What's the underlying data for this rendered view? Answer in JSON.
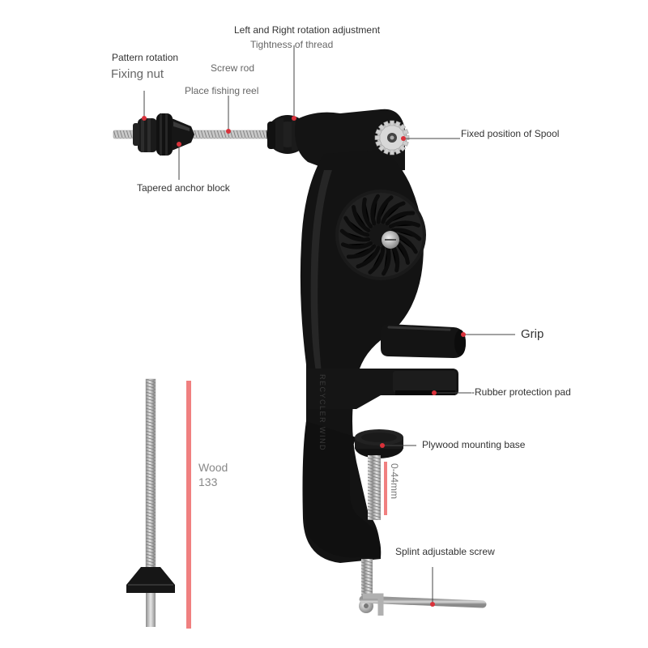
{
  "labels": {
    "pattern_rotation": "Pattern rotation",
    "fixing_nut": "Fixing nut",
    "screw_rod": "Screw rod",
    "place_fishing_reel": "Place fishing reel",
    "left_right_rotation": "Left and Right rotation adjustment",
    "tightness_of_thread": "Tightness of thread",
    "tapered_anchor_block": "Tapered anchor block",
    "fixed_position_of_spool": "Fixed position of Spool",
    "grip": "Grip",
    "rubber_protection_pad": "-Rubber protection pad",
    "plywood_mounting_base": "Plywood mounting base",
    "clamp_range": "0-44mm",
    "splint_adjustable_screw": "Splint adjustable screw",
    "wood": "Wood",
    "wood_value": "133"
  },
  "body_text": "RECYCLER WIND",
  "colors": {
    "leader": "#d9313a",
    "dimension_bar": "#f08080",
    "device": "#151515",
    "metal": "#b8b8b8",
    "text": "#333333"
  }
}
